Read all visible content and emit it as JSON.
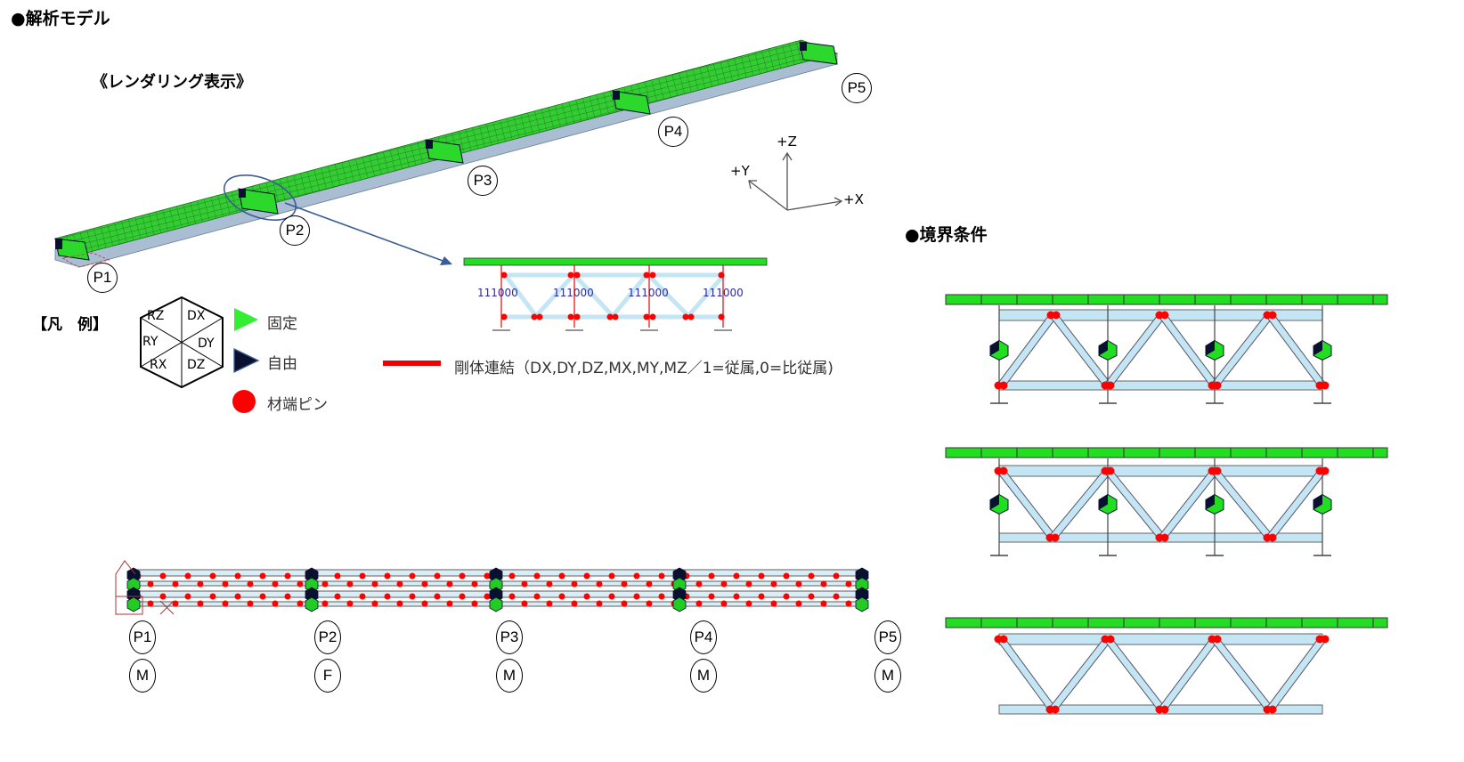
{
  "headings": {
    "analysis_model": "●解析モデル",
    "rendering_view": "《レンダリング表示》",
    "boundary_conditions": "●境界条件"
  },
  "axes": {
    "z": "+Z",
    "y": "+Y",
    "x": "+X"
  },
  "iso_piers": [
    "P1",
    "P2",
    "P3",
    "P4",
    "P5"
  ],
  "detail_labels": [
    "111000",
    "111000",
    "111000",
    "111000"
  ],
  "legend": {
    "title": "【凡　例】",
    "hex_labels": {
      "rz": "RZ",
      "dx": "DX",
      "ry": "RY",
      "dy": "DY",
      "rx": "RX",
      "dz": "DZ"
    },
    "fixed": "固定",
    "free": "自由",
    "pin": "材端ピン",
    "rigid_link": "剛体連結（DX,DY,DZ,MX,MY,MZ／1=従属,0=比従属)"
  },
  "plan_piers": [
    {
      "name": "P1",
      "support": "M"
    },
    {
      "name": "P2",
      "support": "F"
    },
    {
      "name": "P3",
      "support": "M"
    },
    {
      "name": "P4",
      "support": "M"
    },
    {
      "name": "P5",
      "support": "M"
    }
  ],
  "colors": {
    "deck_green": "#22dd22",
    "member_blue": "#c4e6f4",
    "pin_red": "#ff0000",
    "free_navy": "#0a1030",
    "arrow_blue": "#3a5d95"
  }
}
